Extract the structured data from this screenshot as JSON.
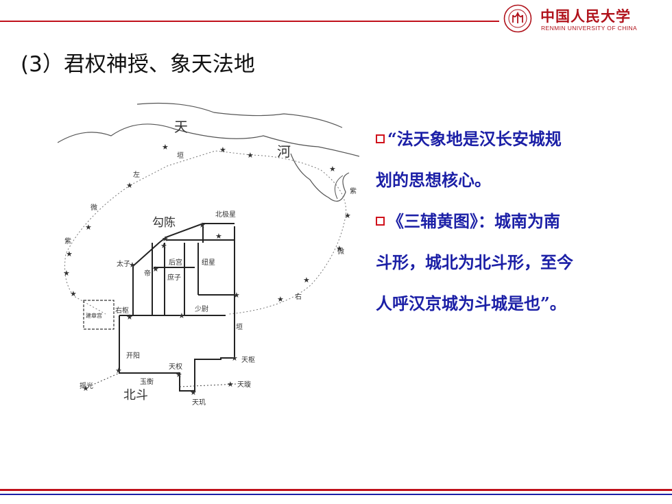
{
  "header": {
    "logo_cn": "中国人民大学",
    "logo_en": "RENMIN UNIVERSITY OF CHINA"
  },
  "title": "(3）君权神授、象天法地",
  "map": {
    "labels": {
      "tian": "天",
      "he": "河",
      "yuan_top": "垣",
      "zuo": "左",
      "zi_right": "紫",
      "wei_left": "微",
      "zi_left": "紫",
      "wei_right": "微",
      "you": "右",
      "yuan_right": "垣",
      "goucheng": "勾陈",
      "beijixing": "北极星",
      "taizi": "太子",
      "di": "帝",
      "hougong": "后宫",
      "shuzi": "庶子",
      "niuxing": "纽星",
      "youshu": "右枢",
      "shaowei": "少尉",
      "jianzhanggong": "建章宫",
      "kaiyang": "开阳",
      "tianquan": "天权",
      "yuheng": "玉衡",
      "yaoguang": "摇光",
      "beidou": "北斗",
      "tianshu": "天枢",
      "tianxuan": "天璇",
      "tianji": "天玑"
    }
  },
  "bullets": [
    [
      "“法天象地是汉长安城规",
      "划的思想核心。"
    ],
    [
      "《三辅黄图》：城南为南",
      "斗形，城北为北斗形，至今",
      "人呼汉京城为斗城是也”。"
    ]
  ],
  "colors": {
    "accent_red": "#c0101a",
    "text_blue": "#1b1fa6"
  }
}
